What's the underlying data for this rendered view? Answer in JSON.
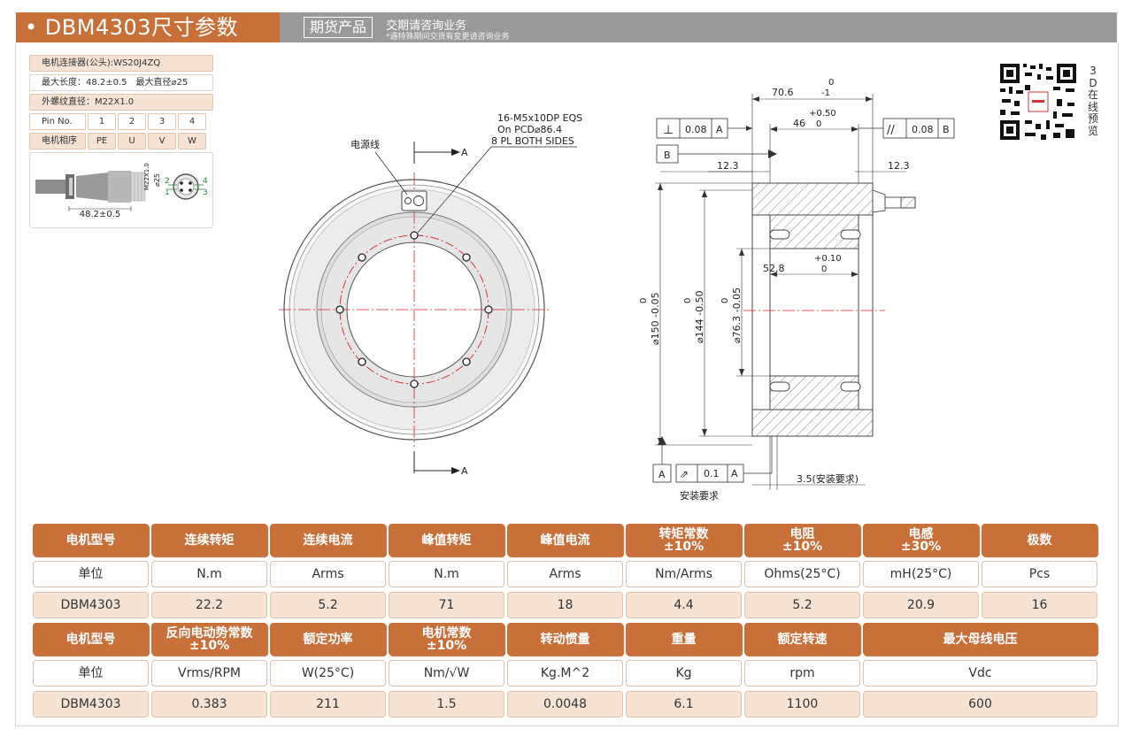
{
  "header": {
    "title": "• DBM4303尺寸参数",
    "tag": "期货产品",
    "subtitle": "交期请咨询业务",
    "note": "*遇特殊期间交货有变更请咨询业务"
  },
  "connector": {
    "rows": [
      "电机连接器(公头):WS20J4ZQ",
      "最大长度：48.2±0.5　最大直径⌀25",
      "外螺纹直径：M22X1.0"
    ],
    "pin_label": "Pin No.",
    "pins": [
      "1",
      "2",
      "3",
      "4"
    ],
    "phase_label": "电机相序",
    "phases": [
      "PE",
      "U",
      "V",
      "W"
    ],
    "pic_length": "48.2±0.5",
    "pic_thread": "M22X1.0",
    "pic_dia": "⌀25",
    "pic_pins": [
      "2",
      "1",
      "4",
      "3"
    ]
  },
  "front_view": {
    "cable_label": "电源线",
    "hole_note_1": "16-M5x10DP EQS",
    "hole_note_2": "On PCD⌀86.4",
    "hole_note_3": "8 PL BOTH SIDES",
    "section_a": "A"
  },
  "side_view": {
    "len_total": "70.6",
    "len_total_tol_up": "0",
    "len_total_tol_dn": "-1",
    "len_inner": "46",
    "len_inner_tol_up": "+0.50",
    "len_inner_tol_dn": "0",
    "perp_sym": "⊥",
    "perp_val": "0.08",
    "perp_ref": "A",
    "par_sym": "//",
    "par_val": "0.08",
    "par_ref": "B",
    "datum_b": "B",
    "datum_a": "A",
    "step_left": "12.3",
    "step_right": "12.3",
    "bore_len": "52.8",
    "bore_len_tol_up": "+0.10",
    "bore_len_tol_dn": "0",
    "dia_150": "⌀150 -0.05",
    "dia_150_tol": "0",
    "dia_144": "⌀144 -0.50",
    "dia_144_tol": "0",
    "dia_76": "⌀76.3 -0.05",
    "dia_76_tol": "0",
    "runout_sym": "⇗",
    "runout_val": "0.1",
    "runout_ref": "A",
    "install_req": "安装要求",
    "install_gap": "3.5(安装要求)"
  },
  "side_text": {
    "vertical": [
      "3",
      "D",
      "在",
      "线",
      "预",
      "览"
    ]
  },
  "specs": {
    "table1": {
      "headers": [
        "电机型号",
        "连续转矩",
        "连续电流",
        "峰值转矩",
        "峰值电流",
        "转矩常数\n±10%",
        "电阻\n±10%",
        "电感\n±30%",
        "极数"
      ],
      "units": [
        "单位",
        "N.m",
        "Arms",
        "N.m",
        "Arms",
        "Nm/Arms",
        "Ohms(25°C)",
        "mH(25°C)",
        "Pcs"
      ],
      "values": [
        "DBM4303",
        "22.2",
        "5.2",
        "71",
        "18",
        "4.4",
        "5.2",
        "20.9",
        "16"
      ]
    },
    "table2": {
      "headers": [
        "电机型号",
        "反向电动势常数\n±10%",
        "额定功率",
        "电机常数\n±10%",
        "转动惯量",
        "重量",
        "额定转速",
        "最大母线电压"
      ],
      "units": [
        "单位",
        "Vrms/RPM",
        "W(25°C)",
        "Nm/√W",
        "Kg.M^2",
        "Kg",
        "rpm",
        "Vdc"
      ],
      "values": [
        "DBM4303",
        "0.383",
        "211",
        "1.5",
        "0.0048",
        "6.1",
        "1100",
        "600"
      ]
    }
  }
}
